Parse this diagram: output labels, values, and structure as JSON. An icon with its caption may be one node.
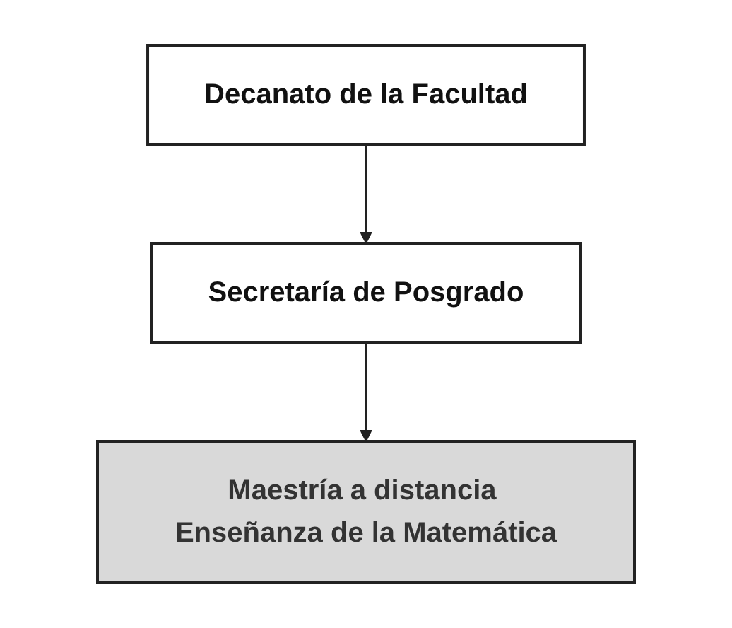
{
  "diagram": {
    "nodes": [
      {
        "text": [
          "Decanato de la Facultad"
        ]
      },
      {
        "text": [
          "Secretaría de Posgrado"
        ]
      },
      {
        "text": [
          "Maestría a distancia Enseñanza de la Matemática"
        ]
      }
    ],
    "edges": [
      {
        "from": 0,
        "to": 1,
        "arrow": "to"
      },
      {
        "from": 1,
        "to": 2,
        "arrow": "to"
      }
    ]
  }
}
